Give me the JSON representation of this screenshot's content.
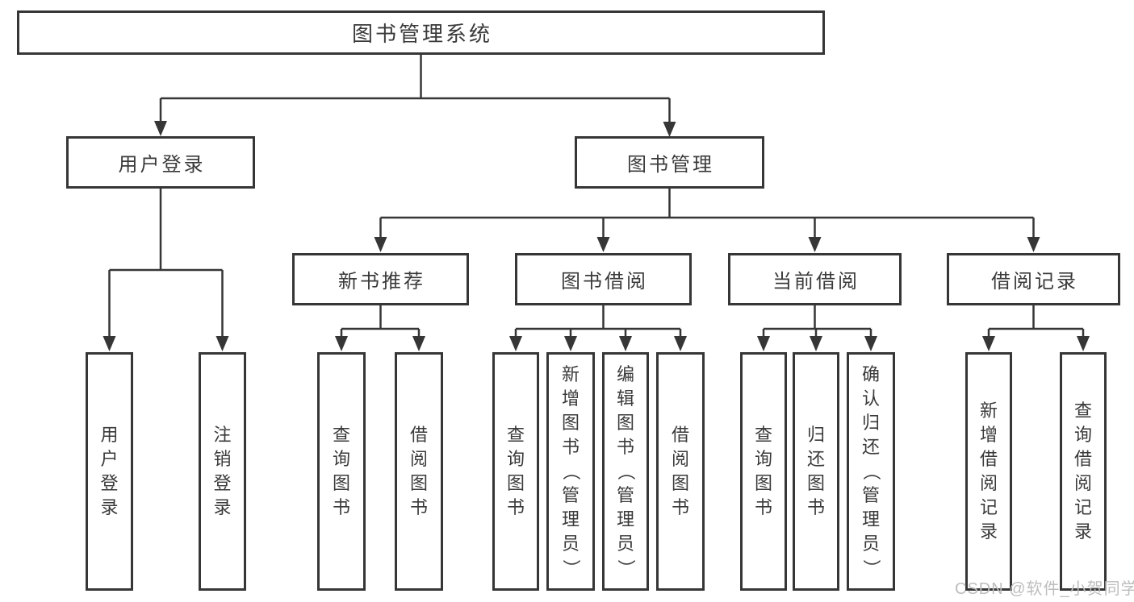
{
  "tree": {
    "label": "图书管理系统",
    "children": [
      {
        "label": "用户登录",
        "children": [
          {
            "label": "用户登录"
          },
          {
            "label": "注销登录"
          }
        ]
      },
      {
        "label": "图书管理",
        "children": [
          {
            "label": "新书推荐",
            "children": [
              {
                "label": "查询图书"
              },
              {
                "label": "借阅图书"
              }
            ]
          },
          {
            "label": "图书借阅",
            "children": [
              {
                "label": "查询图书"
              },
              {
                "label": "新增图书（管理员）"
              },
              {
                "label": "编辑图书（管理员）"
              },
              {
                "label": "借阅图书"
              }
            ]
          },
          {
            "label": "当前借阅",
            "children": [
              {
                "label": "查询图书"
              },
              {
                "label": "归还图书"
              },
              {
                "label": "确认归还（管理员）"
              }
            ]
          },
          {
            "label": "借阅记录",
            "children": [
              {
                "label": "新增借阅记录"
              },
              {
                "label": "查询借阅记录"
              }
            ]
          }
        ]
      }
    ]
  },
  "watermark": "CSDN @软件_小贺同学",
  "colors": {
    "line": "#363636",
    "box_border": "#363636",
    "box_fill": "#ffffff",
    "text": "#3a3a3a",
    "watermark": "#bdbdbd"
  }
}
